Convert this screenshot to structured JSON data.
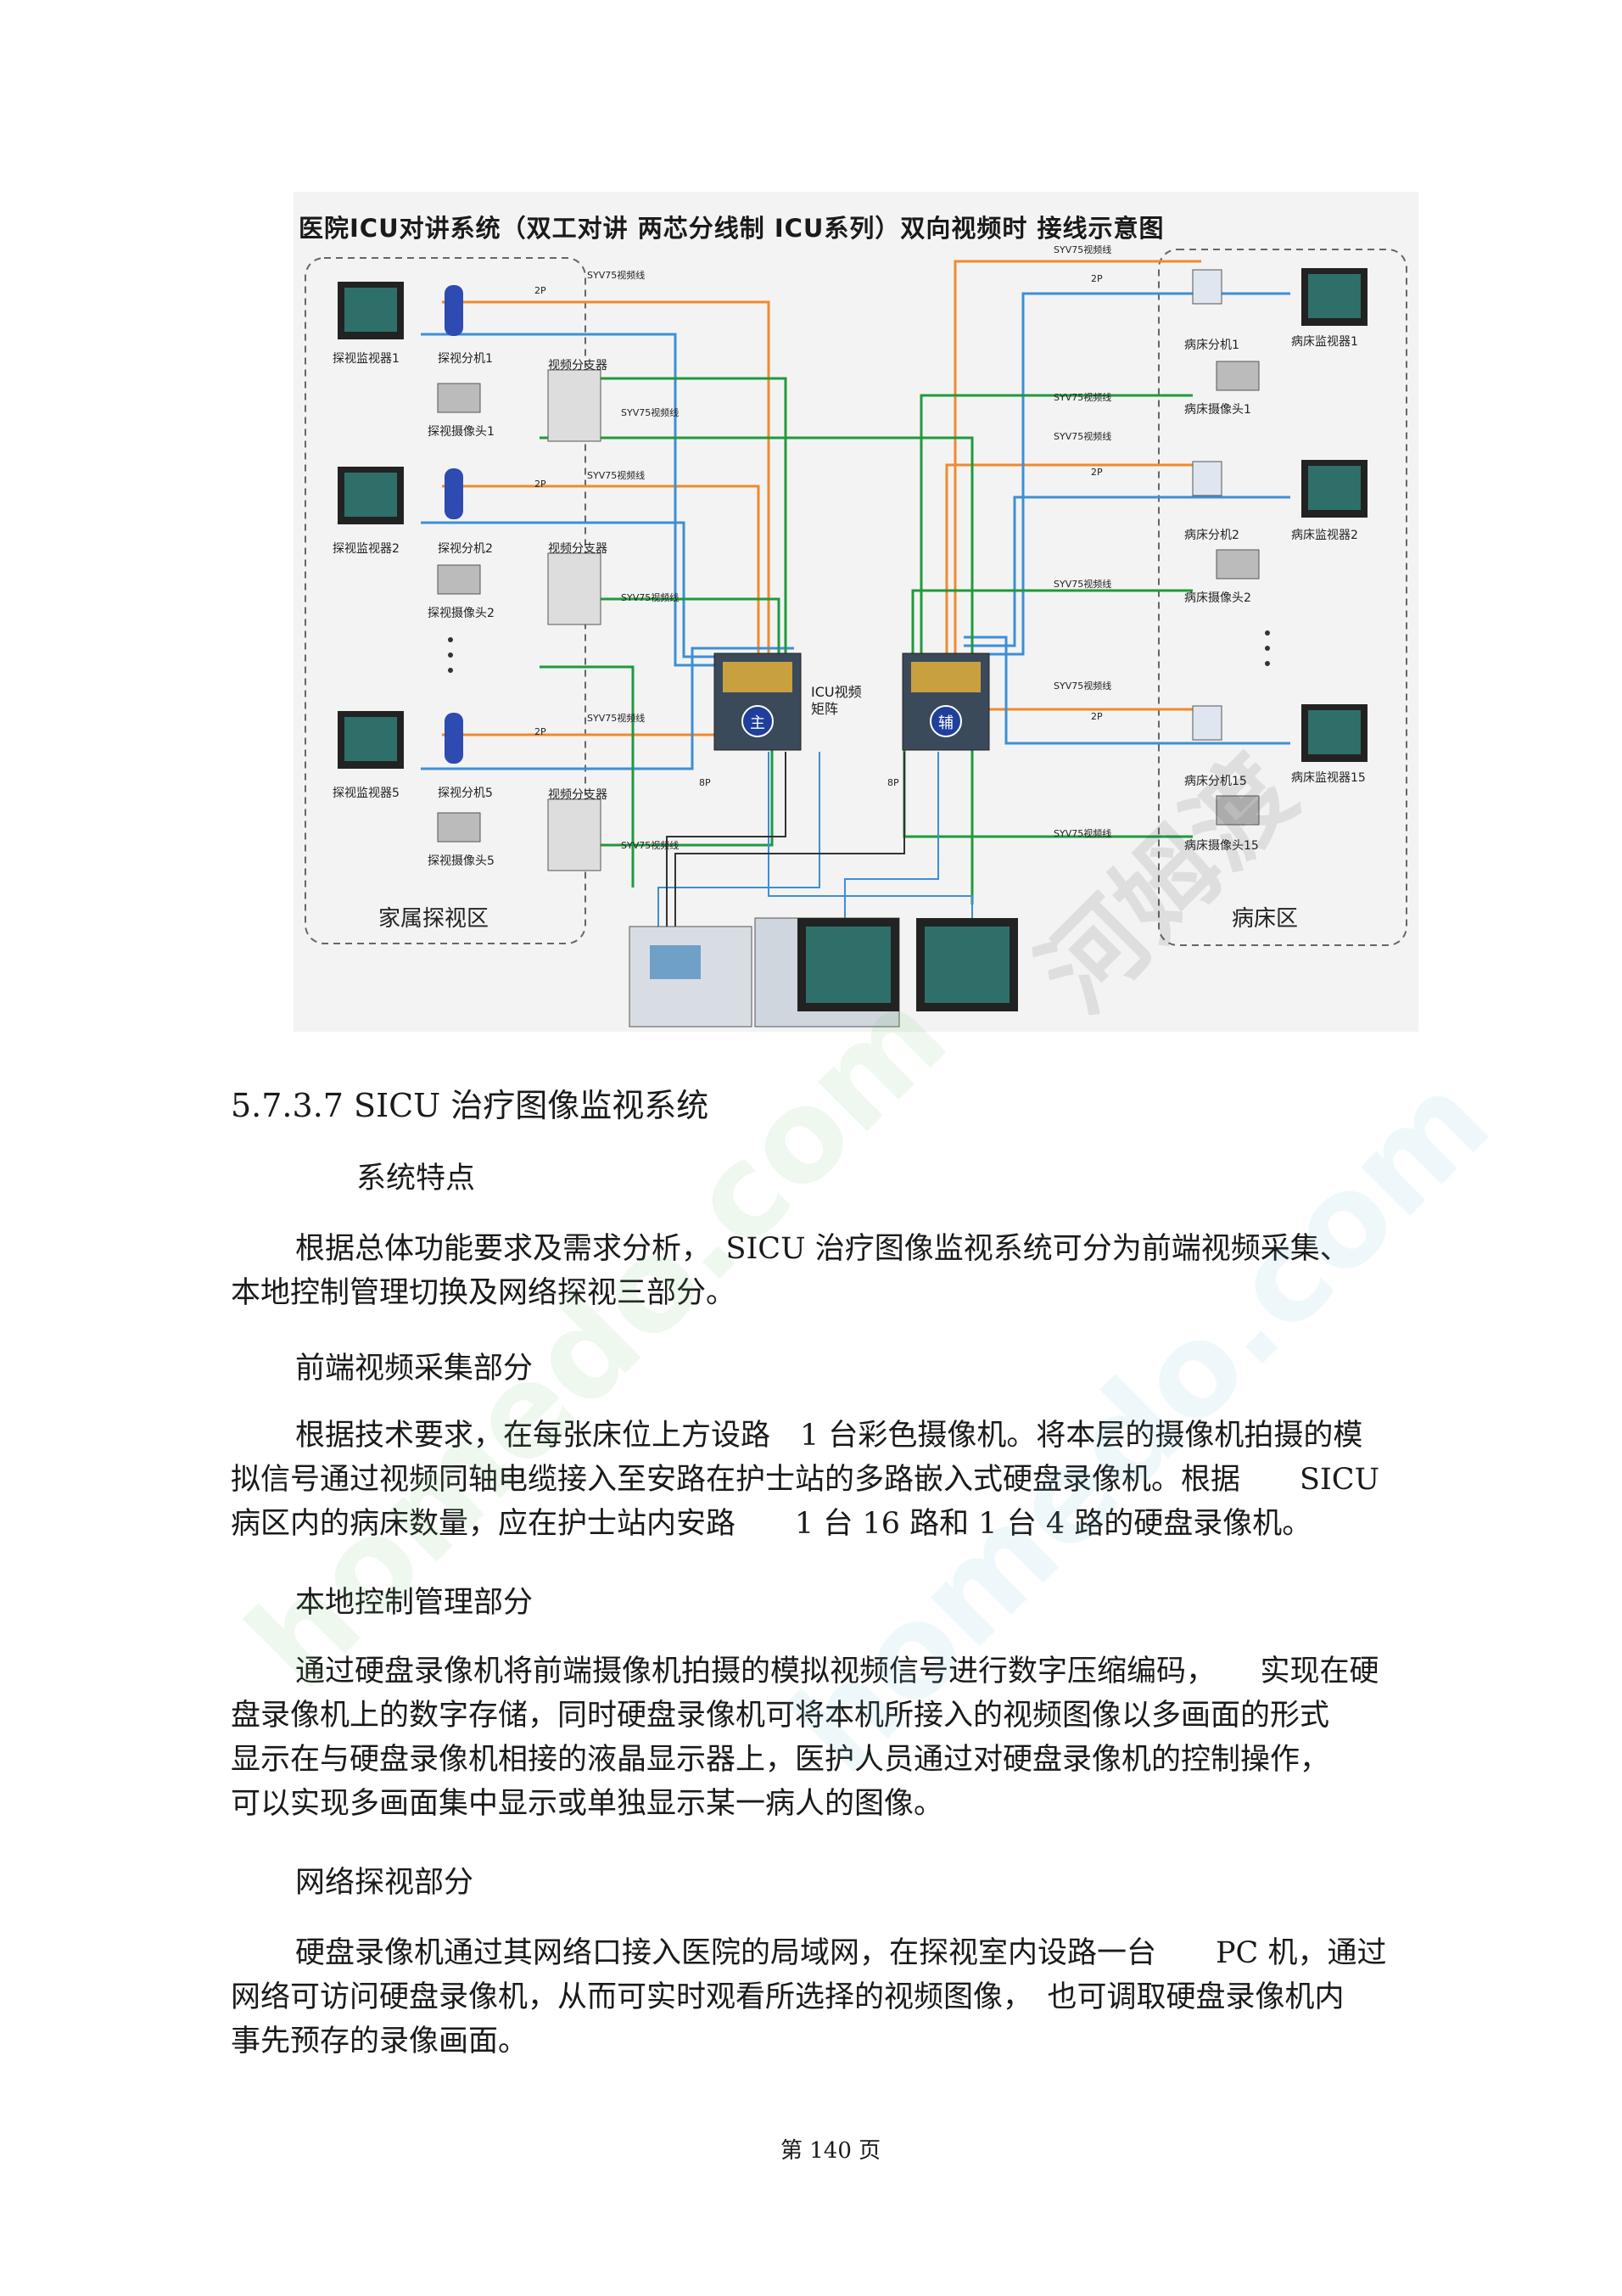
{
  "figure": {
    "title": "医院ICU对讲系统（双工对讲 两芯分线制 ICU系列）双向视频时 接线示意图",
    "zones": {
      "family": "家属探视区",
      "ward": "病床区"
    },
    "left_groups": [
      {
        "monitor": "探视监视器1",
        "handset": "探视分机1",
        "camera": "探视摄像头1"
      },
      {
        "monitor": "探视监视器2",
        "handset": "探视分机2",
        "camera": "探视摄像头2"
      },
      {
        "monitor": "探视监视器5",
        "handset": "探视分机5",
        "camera": "探视摄像头5"
      }
    ],
    "right_groups": [
      {
        "monitor": "病床监视器1",
        "handset": "病床分机1",
        "camera": "病床摄像头1"
      },
      {
        "monitor": "病床监视器2",
        "handset": "病床分机2",
        "camera": "病床摄像头2"
      },
      {
        "monitor": "病床监视器15",
        "handset": "病床分机15",
        "camera": "病床摄像头15"
      }
    ],
    "splitter": "视频分支器",
    "cable": "SYV75视频线",
    "wire_2p": "2P",
    "wire_8p": "8P",
    "matrix": "ICU视频矩阵",
    "matrix_main": "主",
    "matrix_aux": "辅"
  },
  "section": {
    "number": "5.7.3.7",
    "title": "SICU 治疗图像监视系统"
  },
  "heading_features": "系统特点",
  "para1": [
    "根据总体功能要求及需求分析，　SICU 治疗图像监视系统可分为前端视频采集、",
    "本地控制管理切换及网络探视三部分。"
  ],
  "heading_front": "前端视频采集部分",
  "para2": [
    "根据技术要求，在每张床位上方设路　1 台彩色摄像机。将本层的摄像机拍摄的模",
    "拟信号通过视频同轴电缆接入至安路在护士站的多路嵌入式硬盘录像机。根据　　SICU",
    "病区内的病床数量，应在护士站内安路　　1 台 16 路和 1 台 4 路的硬盘录像机。"
  ],
  "heading_local": "本地控制管理部分",
  "para3": [
    "通过硬盘录像机将前端摄像机拍摄的模拟视频信号进行数字压缩编码，　　实现在硬",
    "盘录像机上的数字存储，同时硬盘录像机可将本机所接入的视频图像以多画面的形式",
    "显示在与硬盘录像机相接的液晶显示器上，医护人员通过对硬盘录像机的控制操作，",
    "可以实现多画面集中显示或单独显示某一病人的图像。"
  ],
  "heading_network": "网络探视部分",
  "para4": [
    "硬盘录像机通过其网络口接入医院的局域网，在探视室内设路一台　　PC 机，通过",
    "网络可访问硬盘录像机，从而可实时观看所选择的视频图像，　也可调取硬盘录像机内",
    "事先预存的录像画面。"
  ],
  "page_number": "第 140 页",
  "watermarks": [
    "homedo.com",
    "河姆渡",
    "homedo.com"
  ],
  "colors": {
    "orange_wire": "#f08a2c",
    "blue_wire": "#3d8fd6",
    "green_wire": "#1f9a3c",
    "screen": "#2f6f6a"
  }
}
